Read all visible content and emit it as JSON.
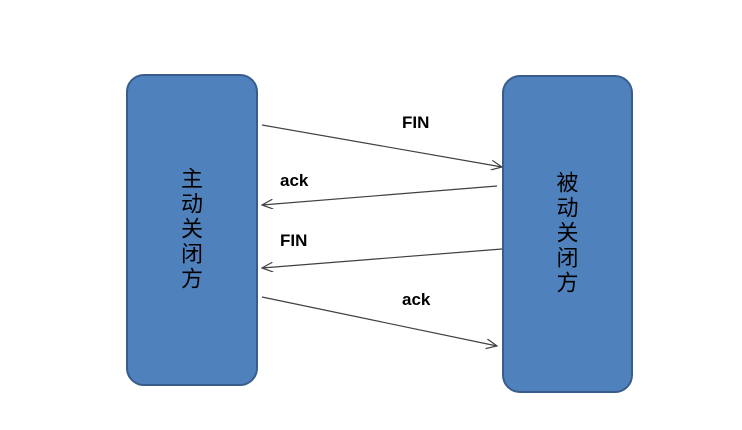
{
  "diagram": {
    "left_node": {
      "label": "主动关闭方"
    },
    "right_node": {
      "label": "被动关闭方"
    },
    "messages": [
      {
        "label": "FIN",
        "from": "left",
        "to": "right"
      },
      {
        "label": "ack",
        "from": "right",
        "to": "left"
      },
      {
        "label": "FIN",
        "from": "right",
        "to": "left"
      },
      {
        "label": "ack",
        "from": "left",
        "to": "right"
      }
    ]
  },
  "colors": {
    "box_fill": "#4f81bd",
    "box_border": "#385d8a",
    "arrow": "#404040"
  }
}
